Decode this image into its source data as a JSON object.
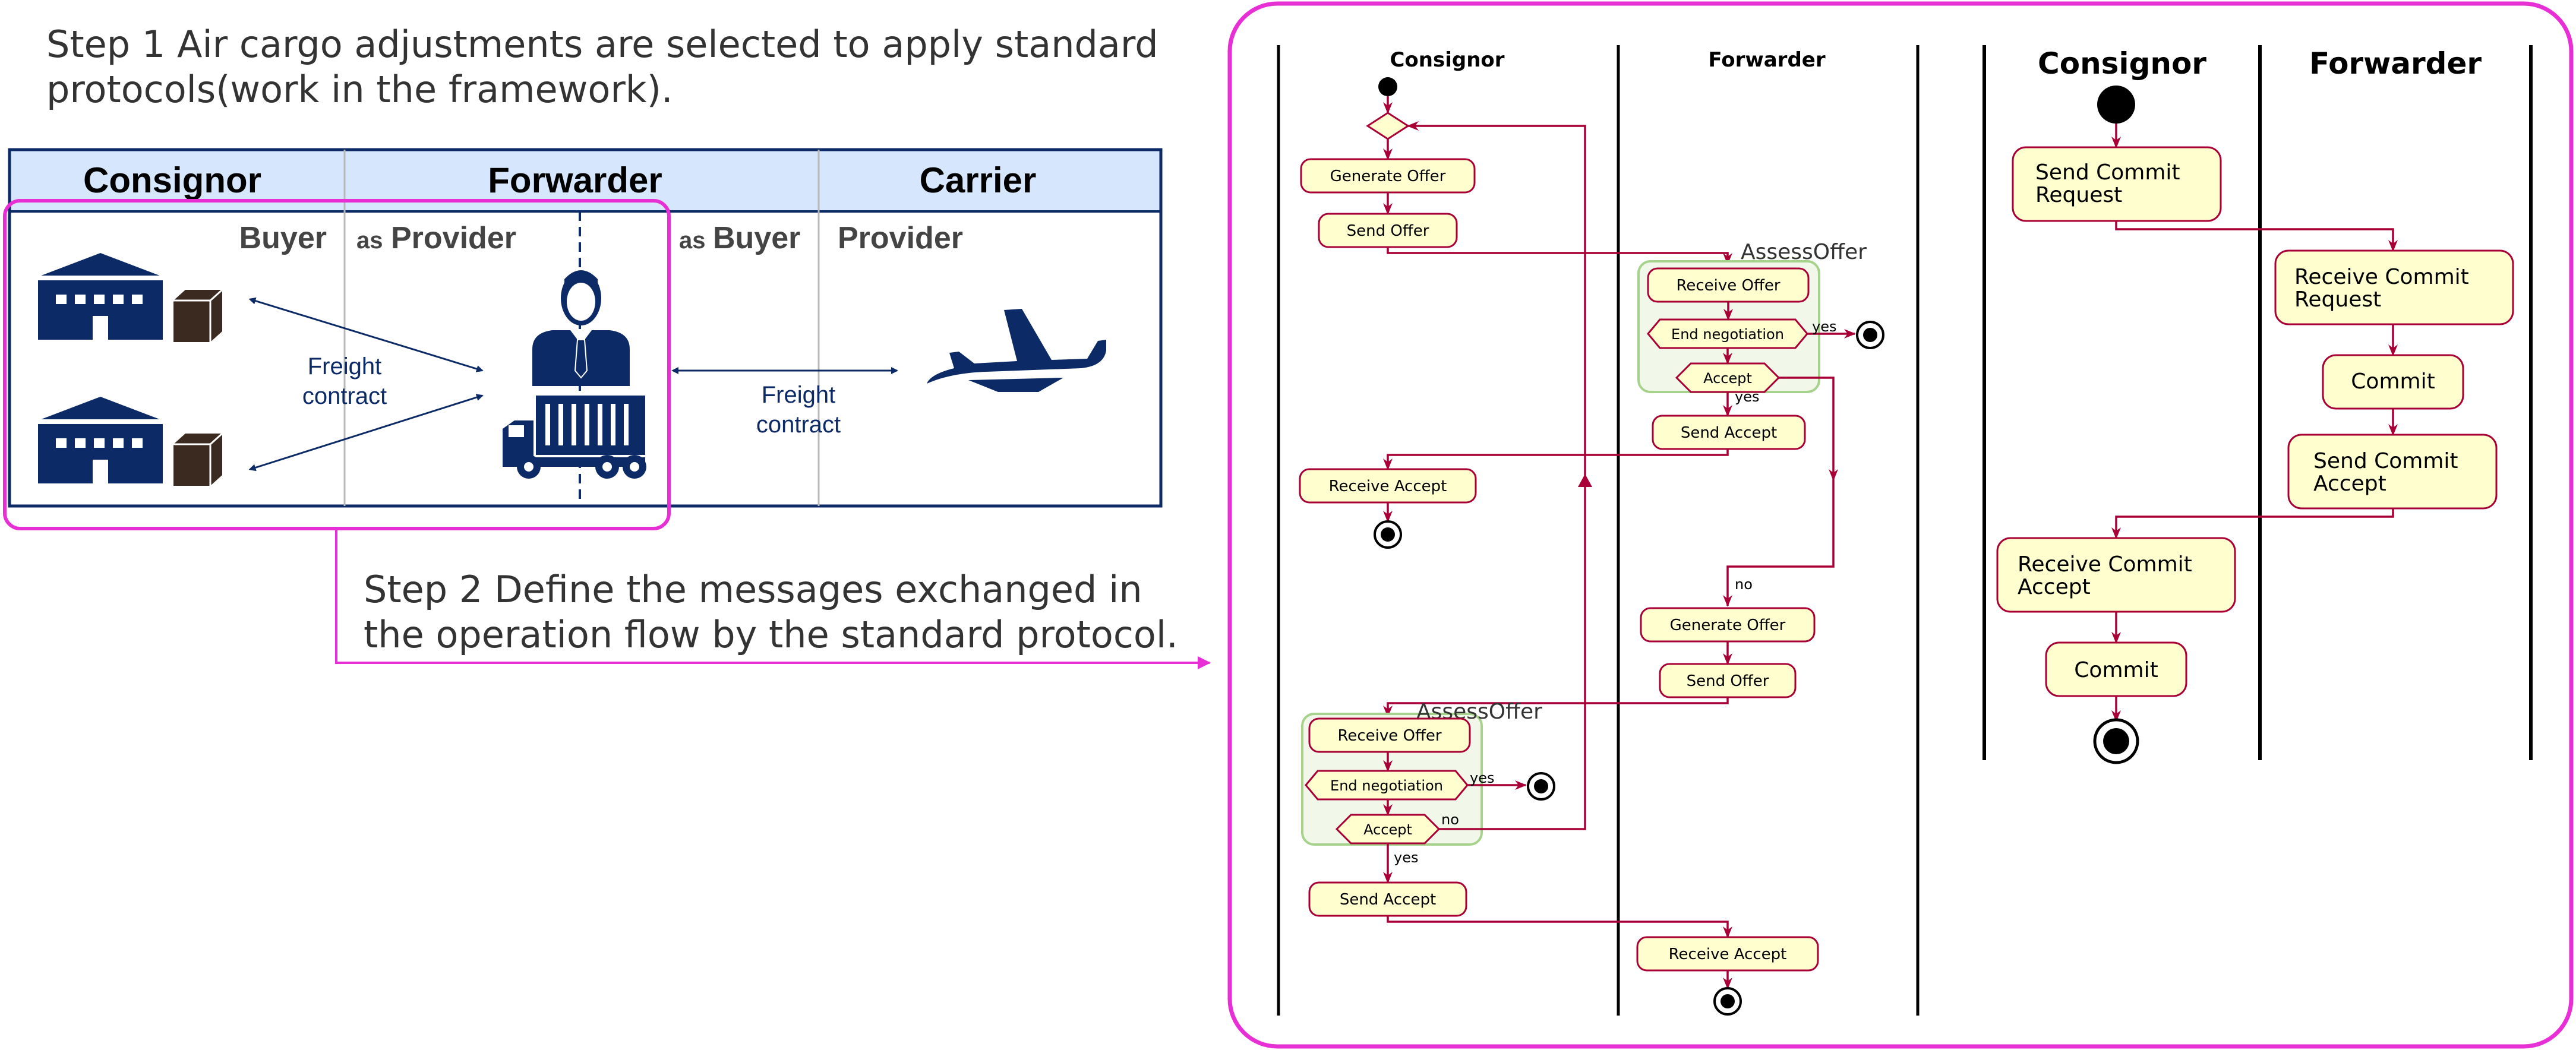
{
  "step1": {
    "line1": "Step 1 Air cargo adjustments are selected to apply standard",
    "line2": "protocols(work in the framework)."
  },
  "step2": {
    "line1": "Step 2 Define the messages exchanged in",
    "line2": "the operation flow by the standard protocol."
  },
  "table": {
    "headers": [
      "Consignor",
      "Forwarder",
      "Carrier"
    ],
    "roles": {
      "consignor": "Buyer",
      "forwarder_as_1": "as",
      "forwarder_provider": "Provider",
      "forwarder_as_2": "as",
      "forwarder_buyer": "Buyer",
      "carrier": "Provider"
    },
    "freight_contract_left": [
      "Freight",
      "contract"
    ],
    "freight_contract_right": [
      "Freight",
      "contract"
    ]
  },
  "left_diagram": {
    "lanes": [
      "Consignor",
      "Forwarder"
    ],
    "activities": {
      "generate_offer_1": "Generate Offer",
      "send_offer_1": "Send Offer",
      "receive_offer_1": "Receive Offer",
      "end_negotiation_1": "End negotiation",
      "accept_1": "Accept",
      "send_accept_1": "Send Accept",
      "receive_accept_1": "Receive Accept",
      "generate_offer_2": "Generate Offer",
      "send_offer_2": "Send Offer",
      "receive_offer_2": "Receive Offer",
      "end_negotiation_2": "End negotiation",
      "accept_2": "Accept",
      "send_accept_2": "Send Accept",
      "receive_accept_2": "Receive Accept"
    },
    "partitions": [
      "AssessOffer",
      "AssessOffer"
    ],
    "guards": {
      "yes_1": "yes",
      "yes_2": "yes",
      "no_1": "no",
      "yes_3": "yes",
      "no_2": "no",
      "yes_4": "yes"
    }
  },
  "right_diagram": {
    "lanes": [
      "Consignor",
      "Forwarder"
    ],
    "activities": {
      "send_commit_request": [
        "Send Commit",
        "Request"
      ],
      "receive_commit_request": [
        "Receive Commit",
        "Request"
      ],
      "commit_1": "Commit",
      "send_commit_accept": [
        "Send Commit",
        "Accept"
      ],
      "receive_commit_accept": [
        "Receive Commit",
        "Accept"
      ],
      "commit_2": "Commit"
    }
  },
  "colors": {
    "highlight": "#e82fd6",
    "navy": "#0c2a66",
    "header_fill": "#d6e6fc",
    "flow": "#a80036",
    "activity_fill": "#fefece",
    "partition": "#a6d28c"
  },
  "icons": [
    "warehouse-icon",
    "box-icon",
    "person-icon",
    "truck-container-icon",
    "airplane-icon"
  ]
}
